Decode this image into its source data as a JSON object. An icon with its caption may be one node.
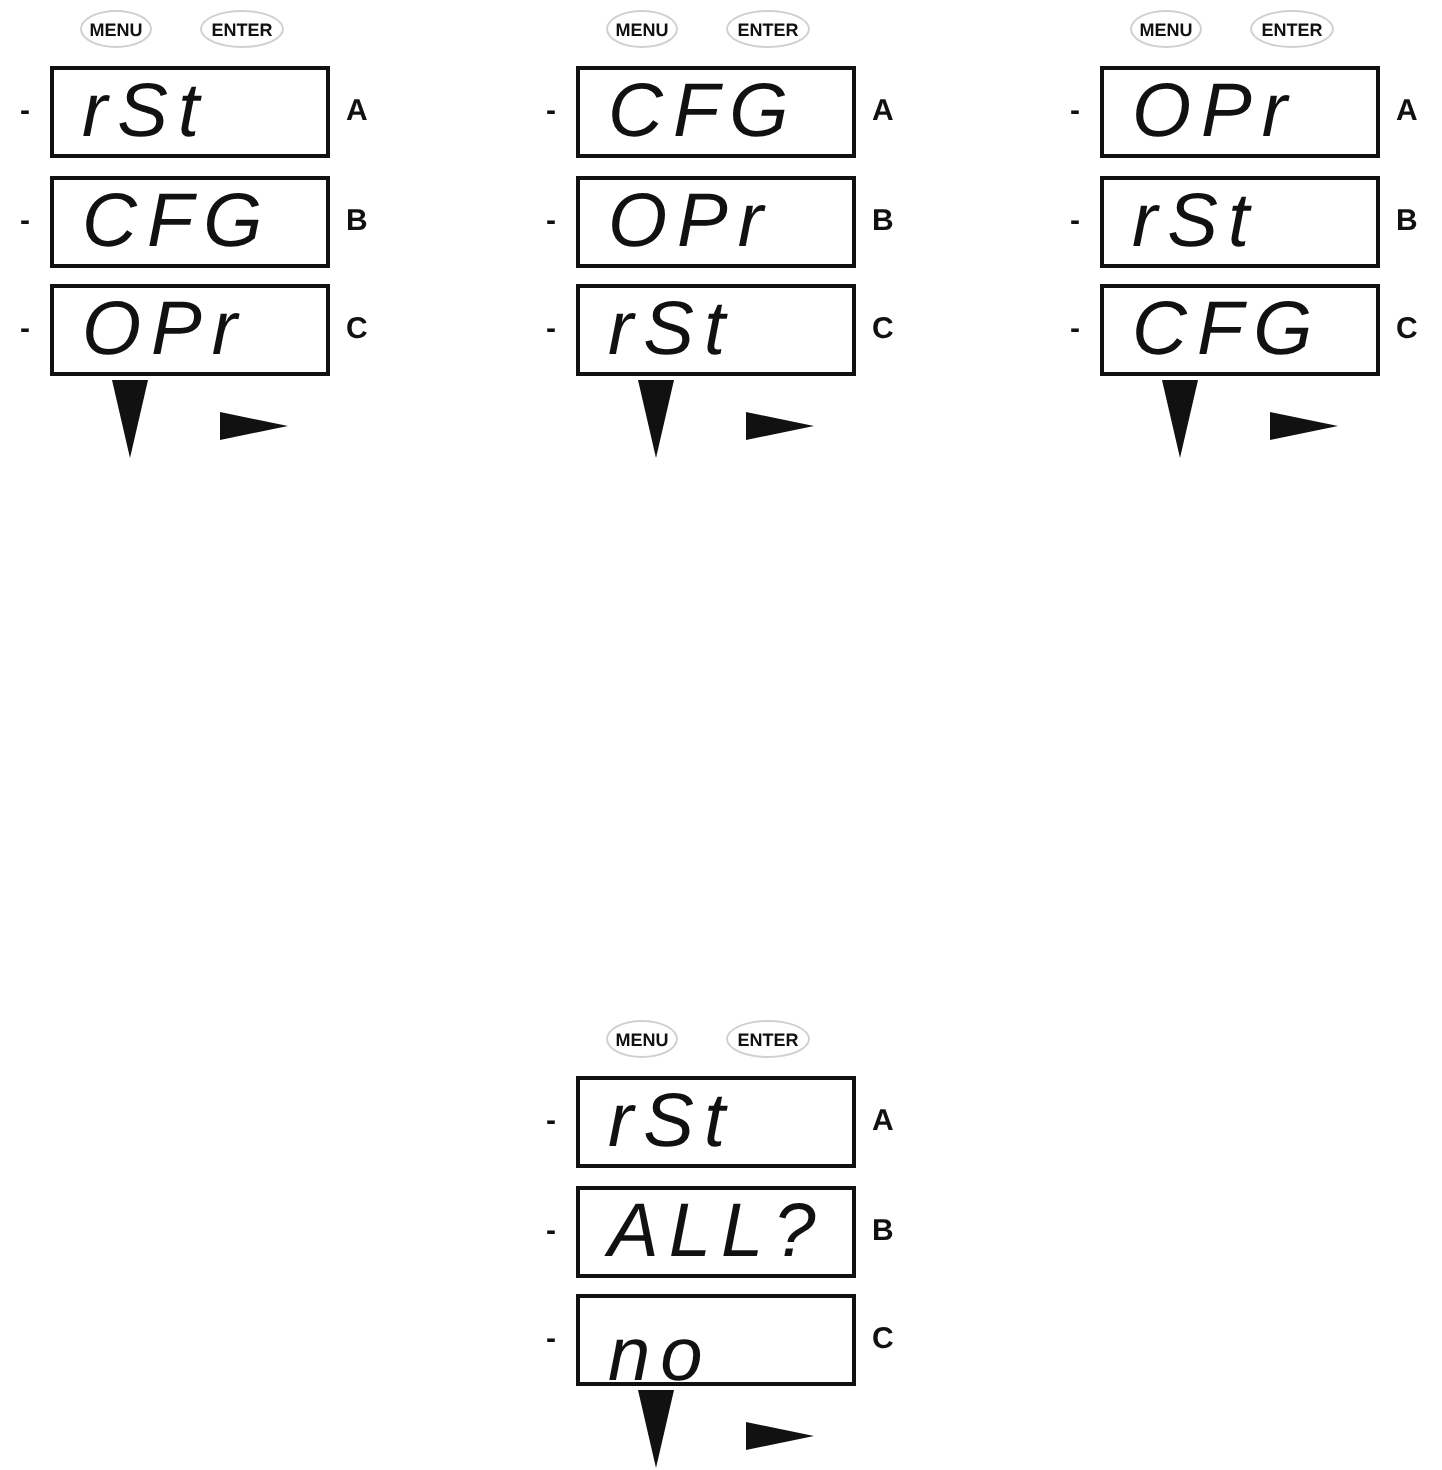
{
  "diagram": {
    "nodes": [
      {
        "text": [
          "MENU"
        ]
      },
      {
        "text": [
          "ENTER"
        ]
      },
      {
        "text": [
          "rSt"
        ]
      },
      {
        "text": [
          "CFG"
        ]
      },
      {
        "text": [
          "OPr"
        ]
      },
      {
        "text": [
          "MENU"
        ]
      },
      {
        "text": [
          "ENTER"
        ]
      },
      {
        "text": [
          "CFG"
        ]
      },
      {
        "text": [
          "OPr"
        ]
      },
      {
        "text": [
          "rSt"
        ]
      },
      {
        "text": [
          "MENU"
        ]
      },
      {
        "text": [
          "ENTER"
        ]
      },
      {
        "text": [
          "OPr"
        ]
      },
      {
        "text": [
          "rSt"
        ]
      },
      {
        "text": [
          "CFG"
        ]
      },
      {
        "text": [
          "MENU"
        ]
      },
      {
        "text": [
          "ENTER"
        ]
      },
      {
        "text": [
          "rSt"
        ]
      },
      {
        "text": [
          "ALL?"
        ]
      },
      {
        "text": [
          "no"
        ]
      }
    ],
    "edges": [],
    "labels": [
      "-",
      "A",
      "-",
      "B",
      "-",
      "C",
      "-",
      "A",
      "-",
      "B",
      "-",
      "C",
      "-",
      "A",
      "-",
      "B",
      "-",
      "C",
      "-",
      "A",
      "-",
      "B",
      "-",
      "C"
    ]
  }
}
